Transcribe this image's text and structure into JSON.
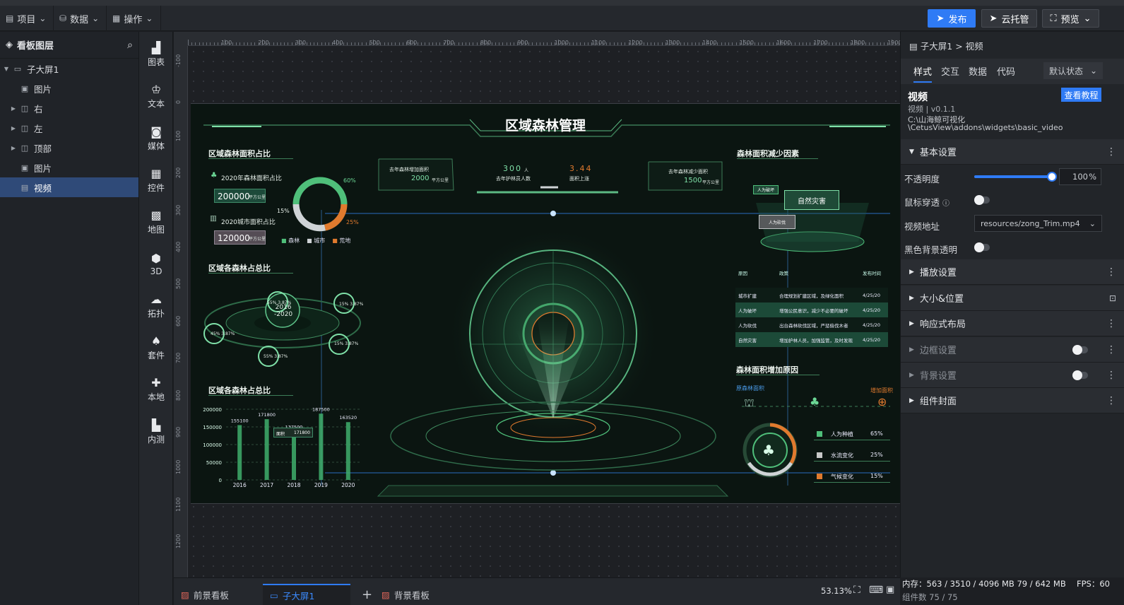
{
  "topbar": {
    "menus": [
      {
        "icon": "file-icon",
        "label": "项目"
      },
      {
        "icon": "database-icon",
        "label": "数据"
      },
      {
        "icon": "grid-icon",
        "label": "操作"
      }
    ],
    "publish_label": "发布",
    "cloud_label": "云托管",
    "preview_label": "预览"
  },
  "layers": {
    "title": "看板图层",
    "items": [
      {
        "label": "子大屏1",
        "indent": 0,
        "expand": true,
        "icon": "monitor-icon",
        "selected": false
      },
      {
        "label": "图片",
        "indent": 1,
        "expand": null,
        "icon": "image-icon",
        "selected": false
      },
      {
        "label": "右",
        "indent": 1,
        "expand": false,
        "icon": "group-icon",
        "selected": false
      },
      {
        "label": "左",
        "indent": 1,
        "expand": false,
        "icon": "group-icon",
        "selected": false
      },
      {
        "label": "顶部",
        "indent": 1,
        "expand": false,
        "icon": "group-icon",
        "selected": false
      },
      {
        "label": "图片",
        "indent": 1,
        "expand": null,
        "icon": "image-icon",
        "selected": false
      },
      {
        "label": "视频",
        "indent": 1,
        "expand": null,
        "icon": "video-icon",
        "selected": true
      }
    ]
  },
  "tools": [
    {
      "label": "图表",
      "icon": "bar-chart-icon"
    },
    {
      "label": "文本",
      "icon": "text-icon"
    },
    {
      "label": "媒体",
      "icon": "media-icon"
    },
    {
      "label": "控件",
      "icon": "widget-icon"
    },
    {
      "label": "地图",
      "icon": "map-icon"
    },
    {
      "label": "3D",
      "icon": "cube-icon"
    },
    {
      "label": "拓扑",
      "icon": "topology-icon"
    },
    {
      "label": "套件",
      "icon": "kit-icon"
    },
    {
      "label": "本地",
      "icon": "puzzle-icon"
    },
    {
      "label": "内测",
      "icon": "beta-icon"
    }
  ],
  "ruler": {
    "top": [
      "100",
      "200",
      "300",
      "400",
      "500",
      "600",
      "700",
      "800",
      "900",
      "1000",
      "1100",
      "1200",
      "1300",
      "1400",
      "1500",
      "1600",
      "1700",
      "1800",
      "1900"
    ],
    "left": [
      "-100",
      "0",
      "100",
      "200",
      "300",
      "400",
      "500",
      "600",
      "700",
      "800",
      "900",
      "1000",
      "1100",
      "1200"
    ]
  },
  "screen": {
    "title": "区域森林管理",
    "left_area_title": "区域森林面积占比",
    "forest_2020": "2020年森林面积占比",
    "forest_value": "200000",
    "forest_unit": "平方公里",
    "city_2020": "2020城市面积占比",
    "city_value": "120000",
    "city_unit": "平方公里",
    "donut_pct_60": "60%",
    "donut_pct_15": "15%",
    "donut_pct_25": "25%",
    "legend": [
      "森林",
      "城市",
      "荒地"
    ],
    "ratio_title": "区域各森林占总比",
    "center_year": "2016\n-2020",
    "orbit_labels": [
      "55%  3.87%",
      "15%  3.87%",
      "45%  3.87%",
      "15%  3.87%",
      "55%  3.87%"
    ],
    "bar_title": "区域各森林占总比",
    "bar_tooltip_name": "面积",
    "bar_tooltip_value": "171800",
    "kpi_left_label": "去年森林增加面积",
    "kpi_left_value": "2000",
    "kpi_left_unit": "平方公里",
    "kpi_people_value": "300",
    "kpi_people_unit": "人",
    "kpi_people_label": "去年护林员人数",
    "kpi_ratio_value": "3.44",
    "kpi_ratio_label": "面积上涨",
    "kpi_right_label": "去年森林减少面积",
    "kpi_right_value": "1500",
    "kpi_right_unit": "平方公里",
    "reduce_title": "森林面积减少因素",
    "reduce_center": "自然灾害",
    "reduce_l1": "人为破坏",
    "reduce_l2": "人为砍伐",
    "table_headers": [
      "原因",
      "政策",
      "发布时间"
    ],
    "table_rows": [
      [
        "城市扩建",
        "合理规划扩建区域，及绿化面积",
        "4/25/20"
      ],
      [
        "人为破坏",
        "增强公民意识，减少不必要的破坏",
        "4/25/20"
      ],
      [
        "人为砍伐",
        "出台森林砍伐区域，严惩偷伐木者",
        "4/25/20"
      ],
      [
        "自然灾害",
        "增加护林人员，加强监管，及时发现",
        "4/25/20"
      ]
    ],
    "increase_title": "森林面积增加原因",
    "increase_left": "原森林面积",
    "increase_right": "增加面积",
    "increase_legend": [
      {
        "name": "人为种植",
        "pct": "65%",
        "color": "#4fbf7a"
      },
      {
        "name": "水流变化",
        "pct": "25%",
        "color": "#c8c8c8"
      },
      {
        "name": "气候变化",
        "pct": "15%",
        "color": "#e07a2e"
      }
    ]
  },
  "chart_data": {
    "type": "bar",
    "categories": [
      "2016",
      "2017",
      "2018",
      "2019",
      "2020"
    ],
    "values": [
      155100,
      171800,
      137500,
      187500,
      163520
    ],
    "ylim": [
      0,
      200000
    ],
    "yticks": [
      "0",
      "50000",
      "100000",
      "150000",
      "200000"
    ],
    "title": "区域各森林占总比"
  },
  "bottombar": {
    "tabs": [
      {
        "label": "前景看板",
        "active": false
      },
      {
        "label": "子大屏1",
        "active": true
      },
      {
        "label": "背景看板",
        "active": false
      }
    ],
    "add_label": "+",
    "zoom": "53.13%"
  },
  "props": {
    "breadcrumb": "子大屏1 > 视频",
    "tabs": [
      "样式",
      "交互",
      "数据",
      "代码"
    ],
    "state_select": "默认状态",
    "comp_name": "视频",
    "tutorial_label": "查看教程",
    "version": "视频 | v0.1.1",
    "path1": "C:\\山海鲸可视化",
    "path2": "\\CetusView\\addons\\widgets\\basic_video",
    "sec_basic": "基本设置",
    "opacity_label": "不透明度",
    "opacity_value": "100",
    "opacity_unit": "%",
    "opacity_level": 100,
    "mouse_label": "鼠标穿透",
    "video_url_label": "视频地址",
    "video_url_value": "resources/zong_Trim.mp4",
    "black_bg_label": "黑色背景透明",
    "sec_play": "播放设置",
    "sec_size": "大小&位置",
    "sec_resp": "响应式布局",
    "sec_border": "边框设置",
    "sec_bg": "背景设置",
    "sec_cover": "组件封面"
  },
  "status": {
    "memory": "内存：563 / 3510 / 4096 MB  79 / 642 MB",
    "fps": "FPS：60",
    "extra": "组件数 75 / 75"
  },
  "colors": {
    "accent": "#2f7bf5",
    "selected_layer": "#2f4a78",
    "screen_green": "#4fbf7a"
  }
}
